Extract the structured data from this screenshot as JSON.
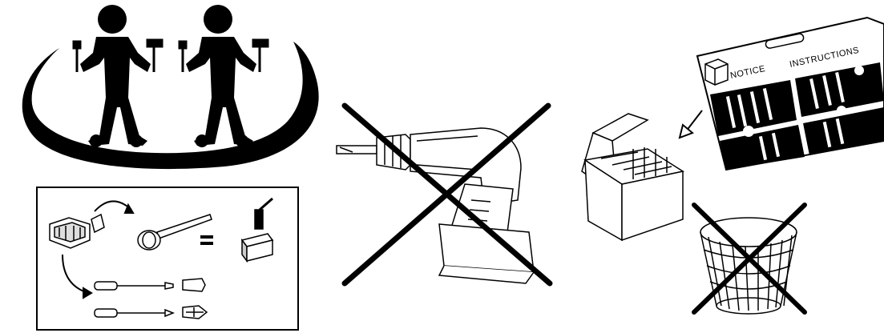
{
  "colors": {
    "ink": "#000000",
    "paper": "#ffffff"
  },
  "panels": {
    "two_people": {
      "icons": [
        "person-icon",
        "person-icon",
        "hammer-icon",
        "wrench-icon",
        "ring-ellipse"
      ]
    },
    "tool_tips": {
      "icons": [
        "toolbox-icon",
        "mallet-icon",
        "equals-sign",
        "hammer-on-block-icon",
        "flat-screwdriver-icon",
        "phillips-screwdriver-icon",
        "curved-arrow-icon"
      ]
    },
    "no_power_drill": {
      "icons": [
        "power-drill-icon",
        "prohibited-cross"
      ]
    },
    "keep_instructions": {
      "notice_label": "NOTICE",
      "instructions_label": "INSTRUCTIONS",
      "icons": [
        "instruction-sheet-icon",
        "arrow-icon",
        "file-box-icon"
      ]
    },
    "no_trash": {
      "icons": [
        "wastebasket-icon",
        "prohibited-cross"
      ]
    }
  }
}
